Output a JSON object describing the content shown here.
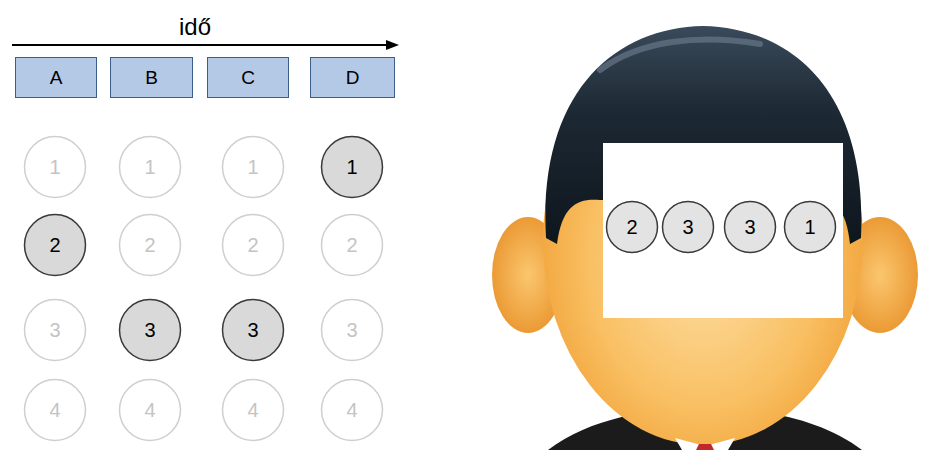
{
  "diagram": {
    "nodes": [
      {
        "text": [
          "A"
        ]
      },
      {
        "text": [
          "B"
        ]
      },
      {
        "text": [
          "C"
        ]
      },
      {
        "text": [
          "D"
        ]
      },
      {
        "text": [
          "1"
        ]
      },
      {
        "text": [
          "1"
        ]
      },
      {
        "text": [
          "1"
        ]
      },
      {
        "text": [
          "1"
        ]
      },
      {
        "text": [
          "2"
        ]
      },
      {
        "text": [
          "2"
        ]
      },
      {
        "text": [
          "2"
        ]
      },
      {
        "text": [
          "2"
        ]
      },
      {
        "text": [
          "3"
        ]
      },
      {
        "text": [
          "3"
        ]
      },
      {
        "text": [
          "3"
        ]
      },
      {
        "text": [
          "3"
        ]
      },
      {
        "text": [
          "4"
        ]
      },
      {
        "text": [
          "4"
        ]
      },
      {
        "text": [
          "4"
        ]
      },
      {
        "text": [
          "4"
        ]
      },
      {
        "text": [
          "2"
        ]
      },
      {
        "text": [
          "3"
        ]
      },
      {
        "text": [
          "3"
        ]
      },
      {
        "text": [
          "1"
        ]
      }
    ],
    "labels": [
      "idő"
    ]
  }
}
